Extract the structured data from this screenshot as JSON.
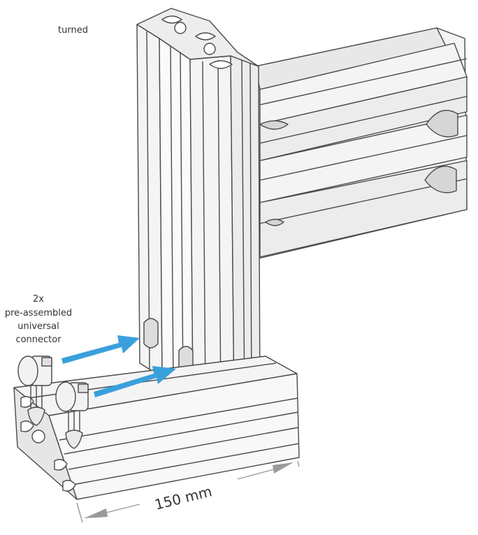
{
  "annotations": {
    "orientation": "turned",
    "connector_lines": [
      "2x",
      "pre-assembled",
      "universal",
      "connector"
    ],
    "dimension": "150 mm"
  },
  "colors": {
    "outline": "#4a4a4a",
    "profile_fill": "#f4f4f4",
    "shade": "#dcdcdc",
    "arrow": "#3aa0dc",
    "dimension_line": "#9a9a9a"
  },
  "icons": {
    "arrows": "arrow-right-icon",
    "connectors": "universal-connector-icon"
  }
}
